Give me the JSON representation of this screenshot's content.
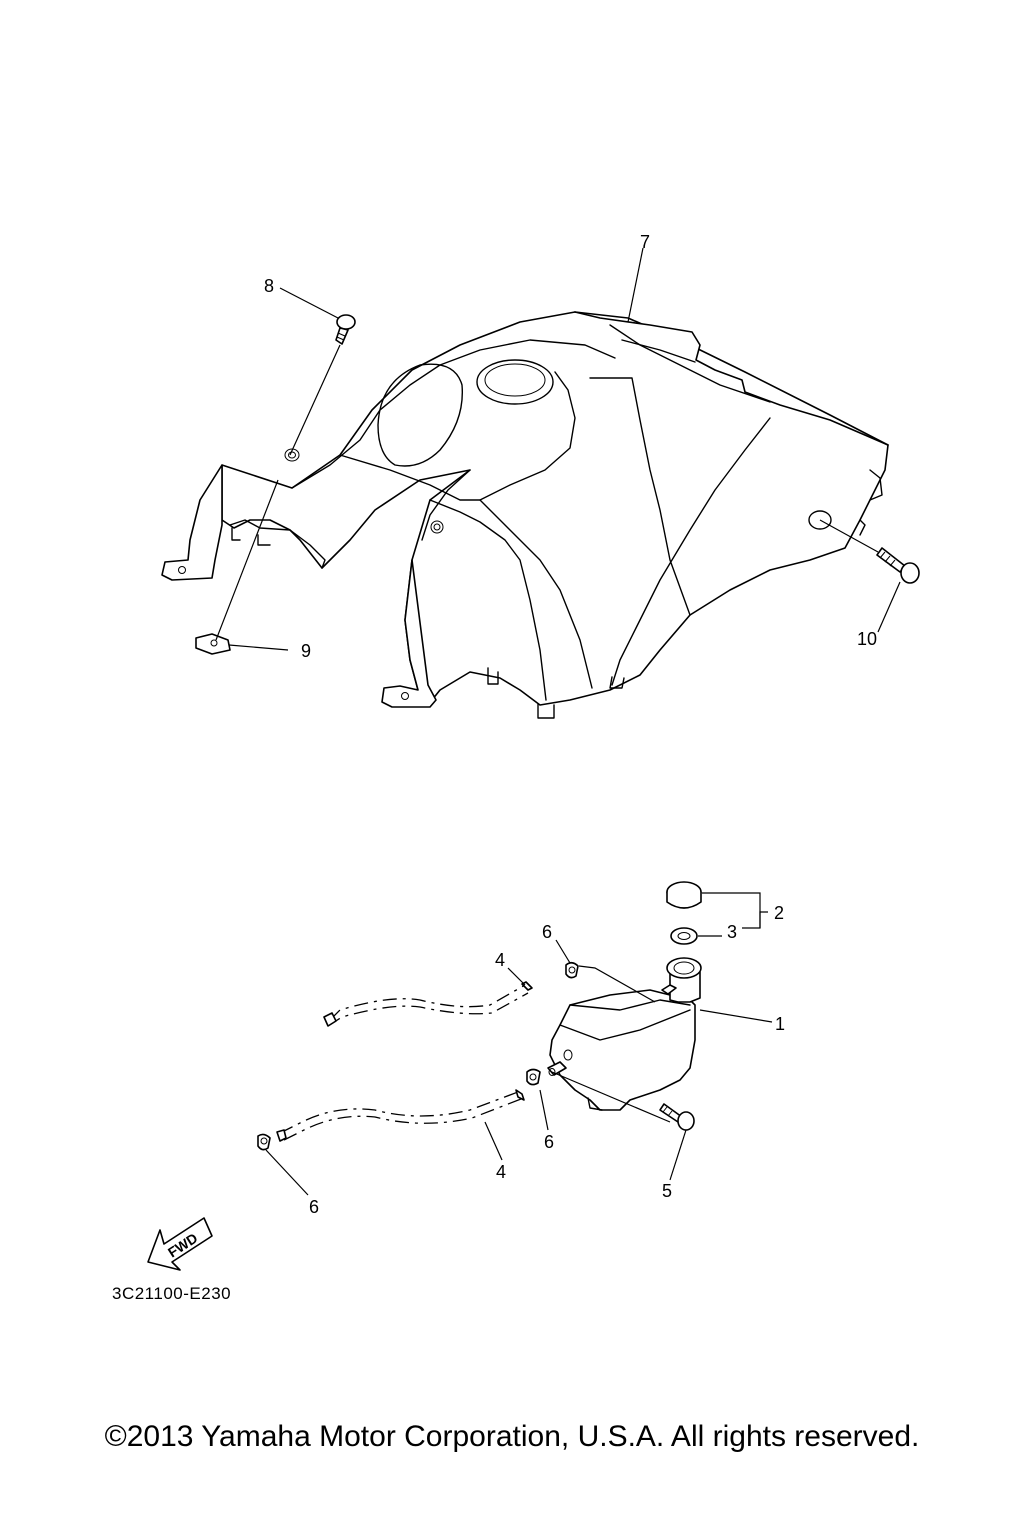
{
  "callouts": {
    "c1": "1",
    "c2": "2",
    "c3": "3",
    "c4a": "4",
    "c4b": "4",
    "c5": "5",
    "c6a": "6",
    "c6b": "6",
    "c6c": "6",
    "c7": "7",
    "c8": "8",
    "c9": "9",
    "c10": "10"
  },
  "fwd_label": "FWD",
  "reference_code": "3C21100-E230",
  "copyright": "©2013 Yamaha Motor Corporation, U.S.A. All rights reserved."
}
